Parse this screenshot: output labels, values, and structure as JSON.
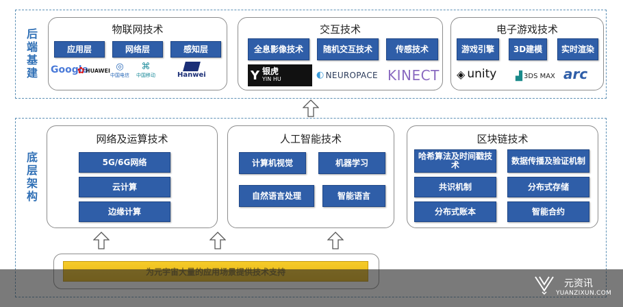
{
  "top": {
    "side_label": "后端基建",
    "iot": {
      "title": "物联网技术",
      "layers": [
        "应用层",
        "网络层",
        "感知层"
      ],
      "logos": [
        "Google",
        "HUAWEI",
        "中国电信",
        "中国移动",
        "Hanwei"
      ]
    },
    "interaction": {
      "title": "交互技术",
      "items": [
        "全息影像技术",
        "随机交互技术",
        "传感技术"
      ],
      "logos": [
        "银虎",
        "YIN HU",
        "NEUROPACE",
        "KINECT"
      ]
    },
    "gaming": {
      "title": "电子游戏技术",
      "items": [
        "游戏引擎",
        "3D建模",
        "实时渲染"
      ],
      "logos": [
        "unity",
        "3DS MAX",
        "arc"
      ]
    }
  },
  "bottom": {
    "side_label": "底层架构",
    "network": {
      "title": "网络及运算技术",
      "items": [
        "5G/6G网络",
        "云计算",
        "边缘计算"
      ]
    },
    "ai": {
      "title": "人工智能技术",
      "items": [
        "计算机视觉",
        "机器学习",
        "自然语言处理",
        "智能语言"
      ]
    },
    "blockchain": {
      "title": "区块链技术",
      "items": [
        "哈希算法及时间戳技术",
        "数据传播及验证机制",
        "共识机制",
        "分布式存储",
        "分布式账本",
        "智能合约"
      ]
    },
    "support_bar": "为元宇宙大量的应用场景提供技术支持"
  },
  "watermark": {
    "name": "元资讯",
    "url": "YUANZIXUN.COM"
  },
  "colors": {
    "box_blue": "#2f5ea8",
    "label_blue": "#2f6fb5",
    "frame_dash": "#5b8fb5",
    "bar_yellow": "#f0c020"
  }
}
